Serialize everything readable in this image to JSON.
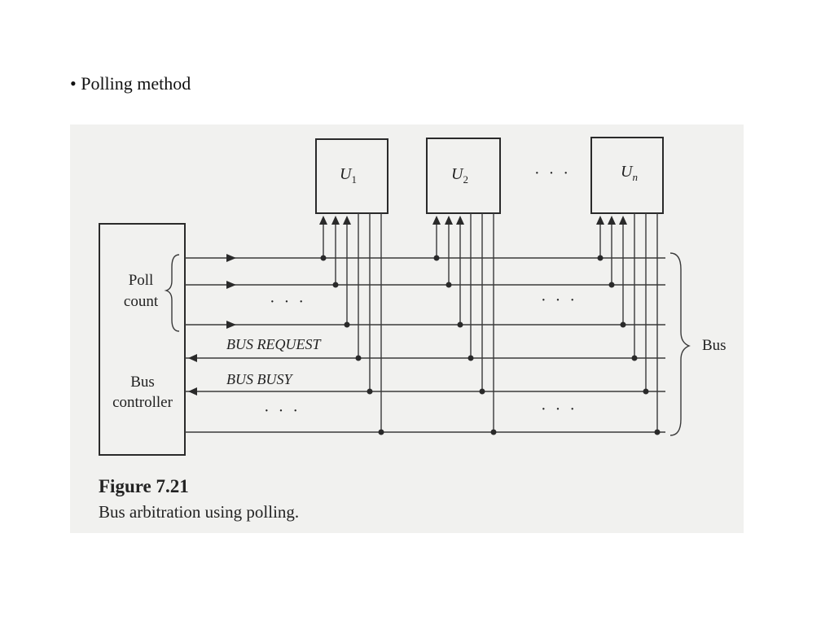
{
  "slide": {
    "bullet": "• Polling method"
  },
  "figure": {
    "number": "Figure 7.21",
    "caption": "Bus arbitration using polling.",
    "units": [
      {
        "letter": "U",
        "sub": "1",
        "sub_italic": false
      },
      {
        "letter": "U",
        "sub": "2",
        "sub_italic": false
      },
      {
        "letter": "U",
        "sub": "n",
        "sub_italic": true
      }
    ],
    "unit_ellipsis": "· · ·",
    "controller": {
      "poll_label": [
        "Poll",
        "count"
      ],
      "bus_label": [
        "Bus",
        "controller"
      ]
    },
    "signals": {
      "bus_request": "BUS REQUEST",
      "bus_busy": "BUS BUSY"
    },
    "bus_label": "Bus",
    "line_ellipsis": "· · ·",
    "colors": {
      "background": "#f1f1ef",
      "ink": "#2a2a2a"
    }
  }
}
